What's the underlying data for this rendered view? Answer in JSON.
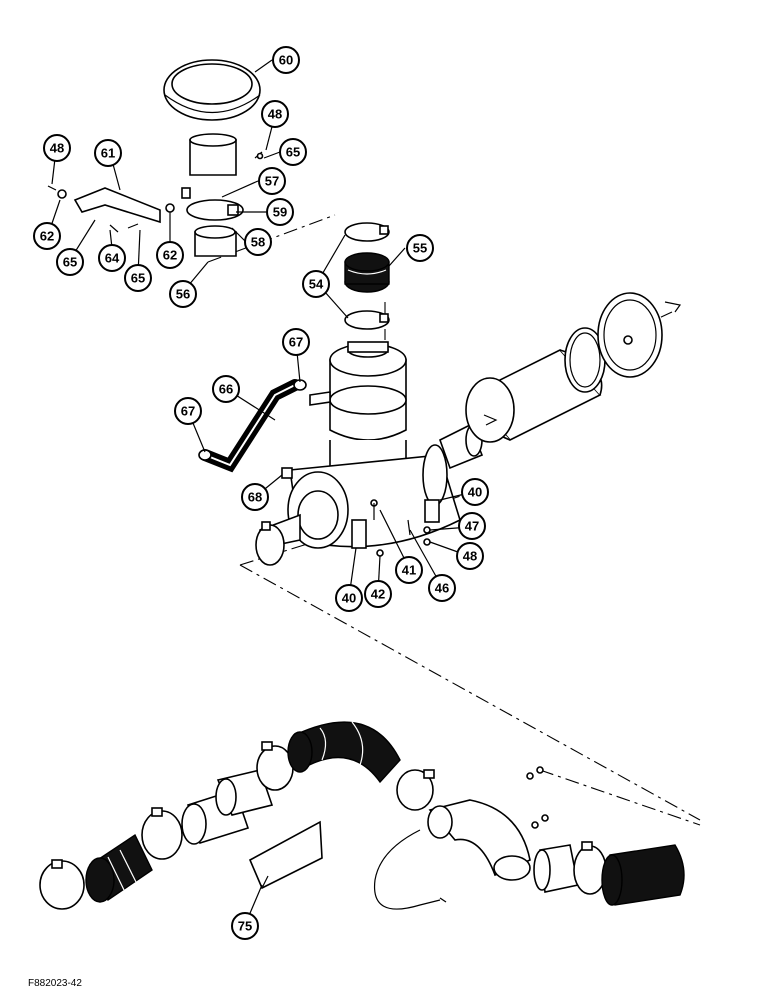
{
  "figure_code": "F882023-42",
  "callouts": [
    "60",
    "48",
    "65",
    "48",
    "61",
    "57",
    "59",
    "58",
    "62",
    "65",
    "64",
    "65",
    "62",
    "56",
    "55",
    "54",
    "67",
    "66",
    "67",
    "68",
    "40",
    "47",
    "48",
    "41",
    "46",
    "42",
    "40",
    "75"
  ]
}
